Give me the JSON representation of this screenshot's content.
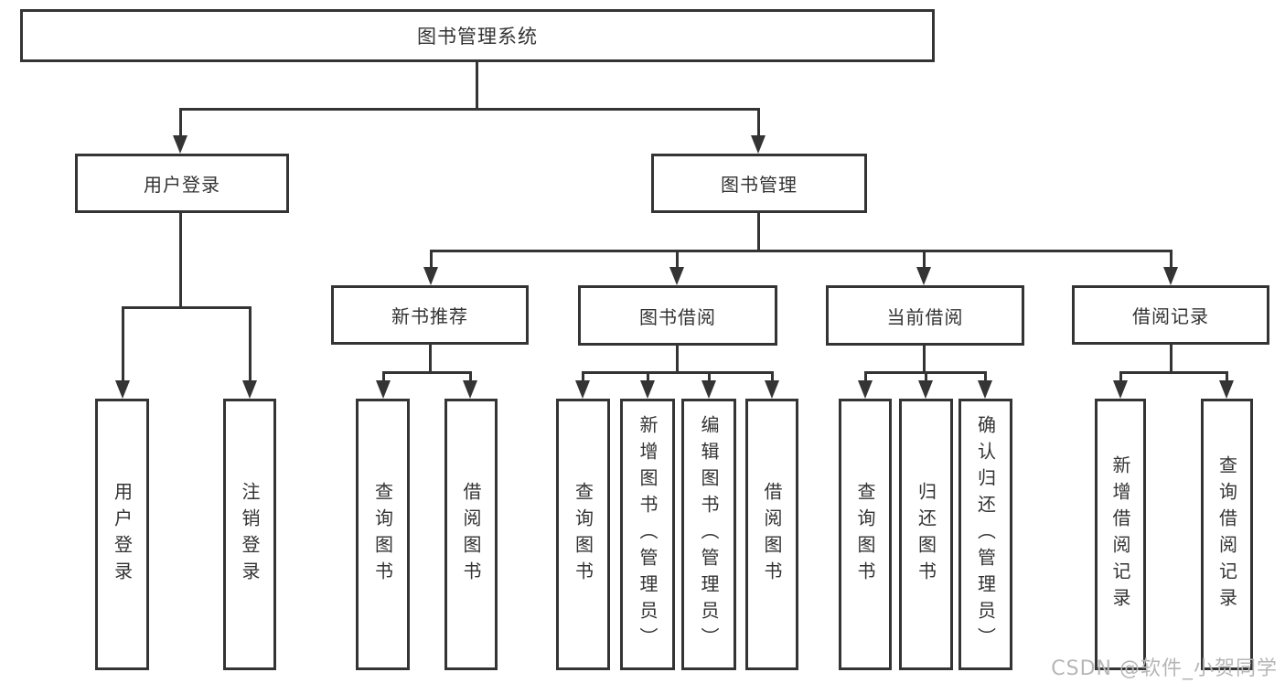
{
  "tree": {
    "root": {
      "label": "图书管理系统",
      "children": [
        {
          "label": "用户登录",
          "children": [
            {
              "label": "用户登录"
            },
            {
              "label": "注销登录"
            }
          ]
        },
        {
          "label": "图书管理",
          "children": [
            {
              "label": "新书推荐",
              "children": [
                {
                  "label": "查询图书"
                },
                {
                  "label": "借阅图书"
                }
              ]
            },
            {
              "label": "图书借阅",
              "children": [
                {
                  "label": "查询图书"
                },
                {
                  "label": "新增图书（管理员）"
                },
                {
                  "label": "编辑图书（管理员）"
                },
                {
                  "label": "借阅图书"
                }
              ]
            },
            {
              "label": "当前借阅",
              "children": [
                {
                  "label": "查询图书"
                },
                {
                  "label": "归还图书"
                },
                {
                  "label": "确认归还（管理员）"
                }
              ]
            },
            {
              "label": "借阅记录",
              "children": [
                {
                  "label": "新增借阅记录"
                },
                {
                  "label": "查询借阅记录"
                }
              ]
            }
          ]
        }
      ]
    }
  },
  "watermark": {
    "text": "CSDN @软件_小贺同学"
  },
  "colors": {
    "line": "#343434",
    "text": "#333333",
    "background": "#ffffff",
    "watermark": "#b6b6b6"
  }
}
